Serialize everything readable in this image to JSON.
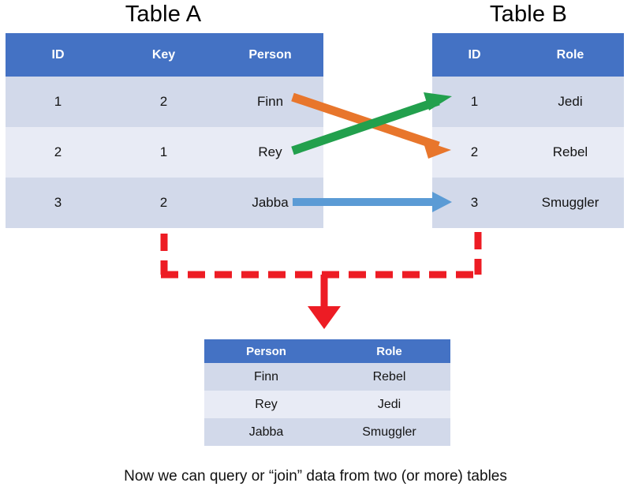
{
  "titles": {
    "table_a": "Table A",
    "table_b": "Table B"
  },
  "table_a": {
    "name": "Table A",
    "headers": [
      "ID",
      "Key",
      "Person"
    ],
    "rows": [
      [
        "1",
        "2",
        "Finn"
      ],
      [
        "2",
        "1",
        "Rey"
      ],
      [
        "3",
        "2",
        "Jabba"
      ]
    ]
  },
  "table_b": {
    "name": "Table B",
    "headers": [
      "ID",
      "Role"
    ],
    "rows": [
      [
        "1",
        "Jedi"
      ],
      [
        "2",
        "Rebel"
      ],
      [
        "3",
        "Smuggler"
      ]
    ]
  },
  "result_table": {
    "headers": [
      "Person",
      "Role"
    ],
    "rows": [
      [
        "Finn",
        "Rebel"
      ],
      [
        "Rey",
        "Jedi"
      ],
      [
        "Jabba",
        "Smuggler"
      ]
    ]
  },
  "join_arrows": [
    {
      "label": "finn-to-rebel",
      "from": "Table A row 1 (Finn, Key 2)",
      "to": "Table B row 2 (ID 2, Rebel)",
      "color": "#E8762C"
    },
    {
      "label": "rey-to-jedi",
      "from": "Table A row 2 (Rey, Key 1)",
      "to": "Table B row 1 (ID 1, Jedi)",
      "color": "#22A04D"
    },
    {
      "label": "jabba-to-smuggler",
      "from": "Table A row 3 (Jabba, Key 2)",
      "to": "Table B row 3 (ID 3, Smuggler)",
      "color": "#5B9BD5"
    }
  ],
  "result_connector": {
    "label": "dashed-join-connector",
    "color": "#ED1C24",
    "style": "dashed"
  },
  "caption": "Now we can query or “join” data from two (or more) tables",
  "colors": {
    "header_blue": "#4472C4",
    "band_dark": "#D2D9EA",
    "band_light": "#E8EBF5",
    "orange": "#E8762C",
    "green": "#22A04D",
    "blue": "#5B9BD5",
    "red": "#ED1C24",
    "background": "#FFFFFF"
  }
}
